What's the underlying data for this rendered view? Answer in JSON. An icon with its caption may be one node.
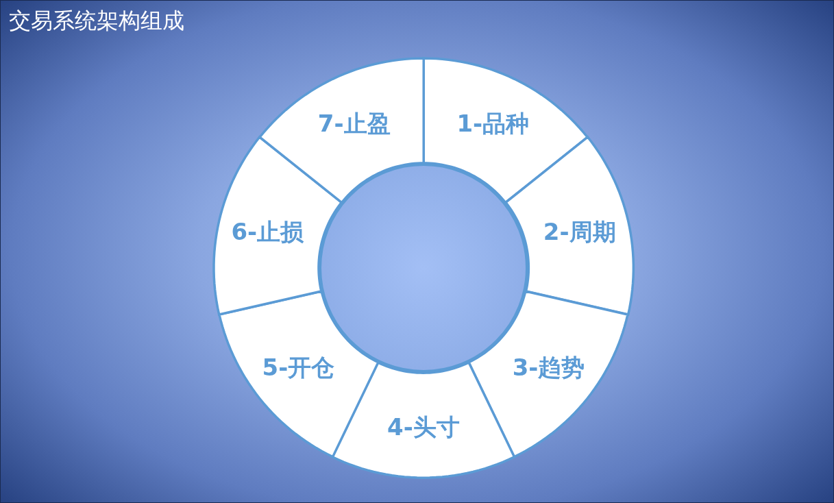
{
  "diagram": {
    "title": "交易系统架构组成",
    "nodes": [
      {
        "text": [
          "1-品种"
        ]
      },
      {
        "text": [
          "2-周期"
        ]
      },
      {
        "text": [
          "3-趋势"
        ]
      },
      {
        "text": [
          "4-头寸"
        ]
      },
      {
        "text": [
          "5-开仓"
        ]
      },
      {
        "text": [
          "6-止损"
        ]
      },
      {
        "text": [
          "7-止盈"
        ]
      },
      {
        "text": [],
        "shape": "circle"
      }
    ]
  }
}
